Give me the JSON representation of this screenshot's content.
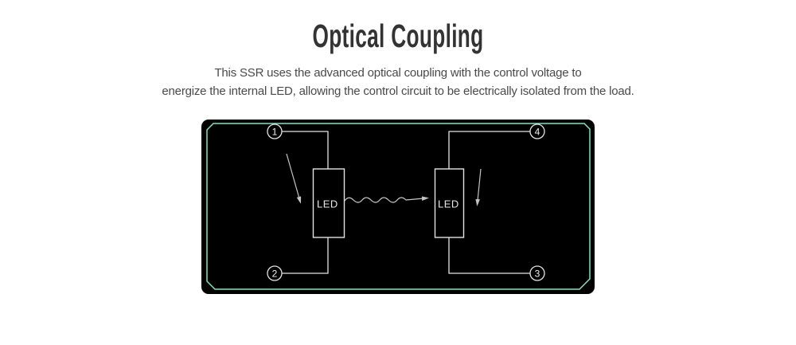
{
  "header": {
    "title": "Optical Coupling",
    "description_lines": [
      "This SSR uses the advanced optical coupling with the control voltage to",
      "energize the internal LED, allowing the control circuit to be electrically isolated from the load."
    ]
  },
  "diagram": {
    "colors": {
      "panel_background": "#000000",
      "panel_border": "#7fe3c4",
      "circuit_line": "#e3e3e3",
      "arrow": "#c4c4c4"
    },
    "led_left_label": "LED",
    "led_right_label": "LED",
    "terminals": [
      {
        "number": "1",
        "position": "top-left"
      },
      {
        "number": "2",
        "position": "bottom-left"
      },
      {
        "number": "3",
        "position": "bottom-right"
      },
      {
        "number": "4",
        "position": "top-right"
      }
    ]
  }
}
